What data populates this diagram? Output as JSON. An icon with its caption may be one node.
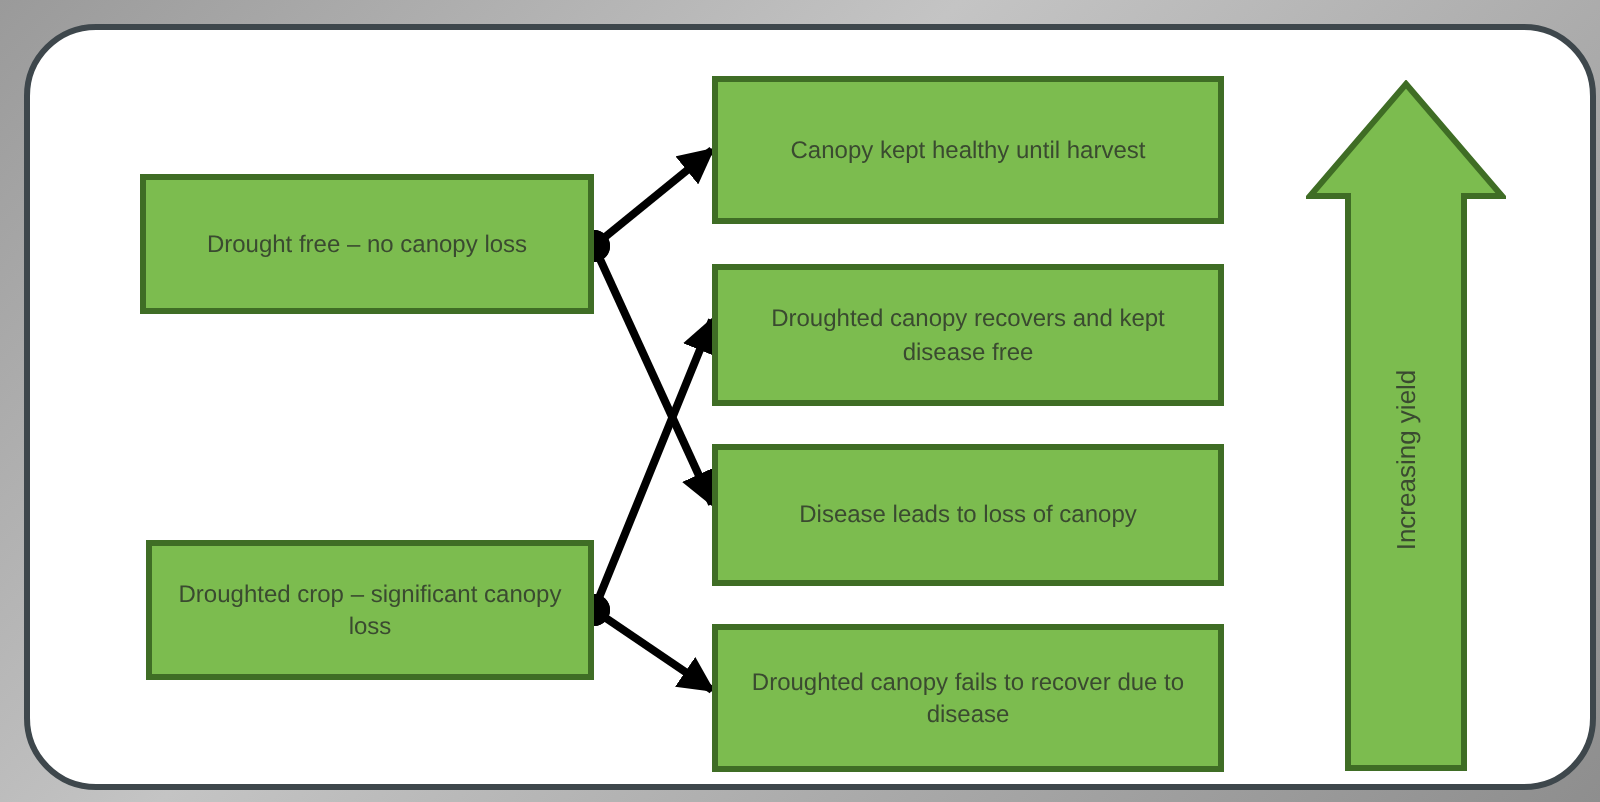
{
  "diagram": {
    "nodes": [
      {
        "text": [
          "Drought free – no canopy loss"
        ]
      },
      {
        "text": [
          "Droughted crop – significant canopy loss"
        ]
      },
      {
        "text": [
          "Canopy kept healthy until harvest"
        ]
      },
      {
        "text": [
          "Droughted canopy recovers and kept disease free"
        ]
      },
      {
        "text": [
          "Disease leads to loss of canopy"
        ]
      },
      {
        "text": [
          "Droughted canopy fails to recover due to disease"
        ]
      },
      {
        "text": [
          "Increasing yield"
        ]
      }
    ],
    "edges": [
      {
        "from": 0,
        "to": 2,
        "arrow": "to"
      },
      {
        "from": 0,
        "to": 4,
        "arrow": "to"
      },
      {
        "from": 1,
        "to": 3,
        "arrow": "to"
      },
      {
        "from": 1,
        "to": 5,
        "arrow": "to"
      }
    ]
  }
}
